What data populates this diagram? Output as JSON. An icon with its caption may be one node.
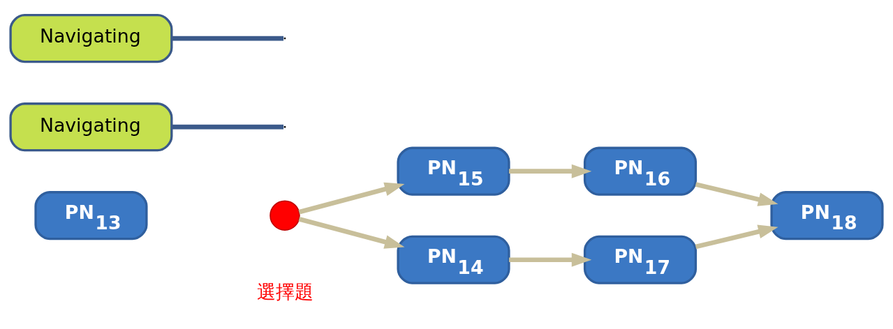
{
  "diagram": {
    "nodes": [
      {
        "text": [
          "PN$_{13}$"
        ]
      },
      {
        "text": [],
        "shape": "circle",
        "beside": [
          "選擇題"
        ]
      },
      {
        "text": [
          "PN$_{15}$"
        ]
      },
      {
        "text": [
          "PN$_{14}$"
        ]
      },
      {
        "text": [
          "PN$_{16}$"
        ]
      },
      {
        "text": [
          "PN$_{17}$"
        ]
      },
      {
        "text": [
          "PN$_{18}$"
        ]
      },
      {
        "text": [
          "Navigating"
        ]
      },
      {
        "text": [
          "Navigating"
        ]
      }
    ],
    "edges": [
      {
        "from": 1,
        "to": 2,
        "arrow": "to"
      },
      {
        "from": 1,
        "to": 3,
        "arrow": "to"
      },
      {
        "from": 2,
        "to": 4,
        "arrow": "to"
      },
      {
        "from": 3,
        "to": 5,
        "arrow": "to"
      },
      {
        "from": 4,
        "to": 6,
        "arrow": "to"
      },
      {
        "from": 5,
        "to": 6,
        "arrow": "to"
      },
      {
        "from": 7,
        "to": null,
        "arrow": "none",
        "color": "#3b5a8a"
      },
      {
        "from": 8,
        "to": null,
        "arrow": "none",
        "color": "#3b5a8a"
      }
    ]
  }
}
